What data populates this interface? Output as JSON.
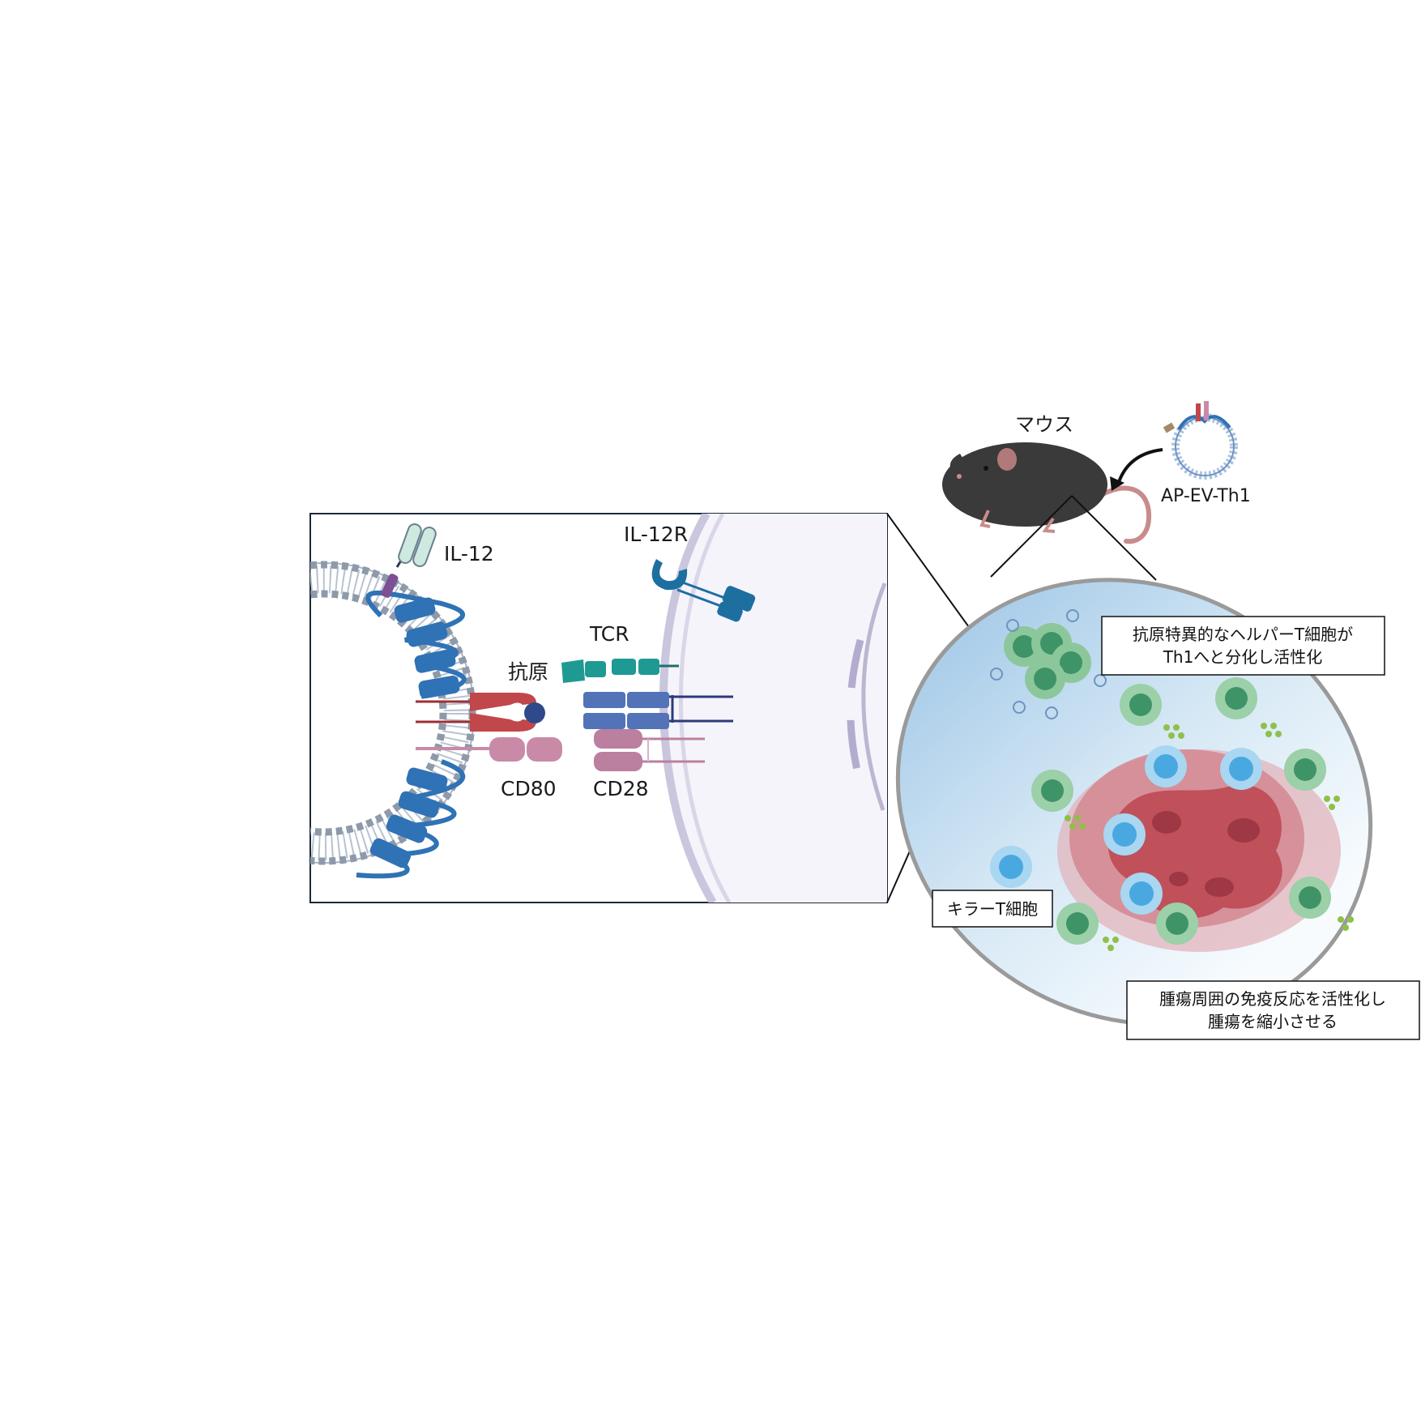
{
  "labels": {
    "il12": "IL-12",
    "il12r": "IL-12R",
    "tcr": "TCR",
    "antigen": "抗原",
    "cd80": "CD80",
    "cd28": "CD28",
    "mouse": "マウス",
    "vesicle": "AP-EV-Th1"
  },
  "callouts": {
    "helper_line1": "抗原特異的なヘルパーT細胞が",
    "helper_line2": "Th1へと分化し活性化",
    "killer": "キラーT細胞",
    "tumor_line1": "腫瘍周囲の免疫反応を活性化し",
    "tumor_line2": "腫瘍を縮小させる"
  },
  "colors": {
    "membrane_blue": "#2f72b5",
    "tcr_teal": "#1f9a92",
    "mhc_red": "#c0474a",
    "cd_pink": "#c98aa8",
    "tcell_green": "#7fbf8e",
    "killer_blue": "#4aa8e0",
    "tumor_red": "#c0505a",
    "mouse_dark": "#3a3a3a"
  }
}
